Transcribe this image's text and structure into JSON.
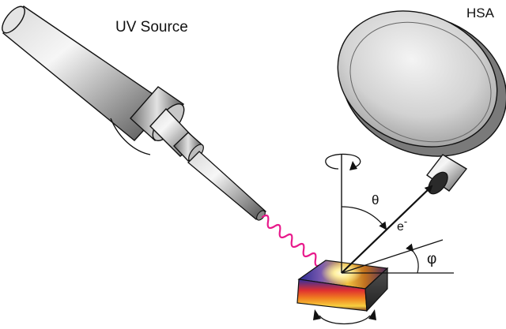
{
  "labels": {
    "uv_source": "UV Source",
    "hsa": "HSA",
    "theta": "θ",
    "electron": "e",
    "electron_sup": "-",
    "phi": "φ"
  },
  "colors": {
    "metal_light": "#f2f2f2",
    "metal_mid": "#a9a9a9",
    "metal_dark": "#555555",
    "photon": "#e8198b",
    "outline": "#111111",
    "sample_hot": "#fff6a0",
    "sample_warm": "#f0a020",
    "sample_red": "#cc1a1a",
    "sample_blue": "#2a2a90"
  }
}
